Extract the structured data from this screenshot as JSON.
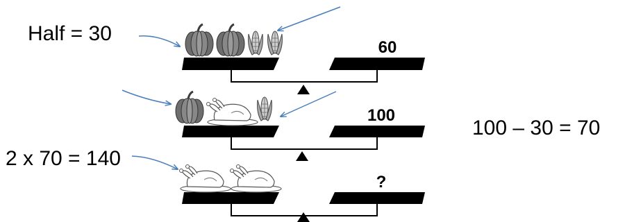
{
  "puzzle": {
    "scale1": {
      "weight": "60",
      "annotation": "Half = 30"
    },
    "scale2": {
      "weight": "100"
    },
    "scale3": {
      "weight": "?",
      "annotation": "2 x 70 = 140"
    },
    "equation": "100 – 30 = 70"
  },
  "icons": [
    "pumpkin-icon",
    "corn-icon",
    "turkey-icon",
    "arrow-icon",
    "fulcrum-icon"
  ],
  "colors": {
    "pan": "#000000",
    "arrow": "#4a7ebb",
    "pumpkin": "#7d7d7d",
    "corn": "#9a9a9a",
    "turkey": "#ffffff"
  }
}
